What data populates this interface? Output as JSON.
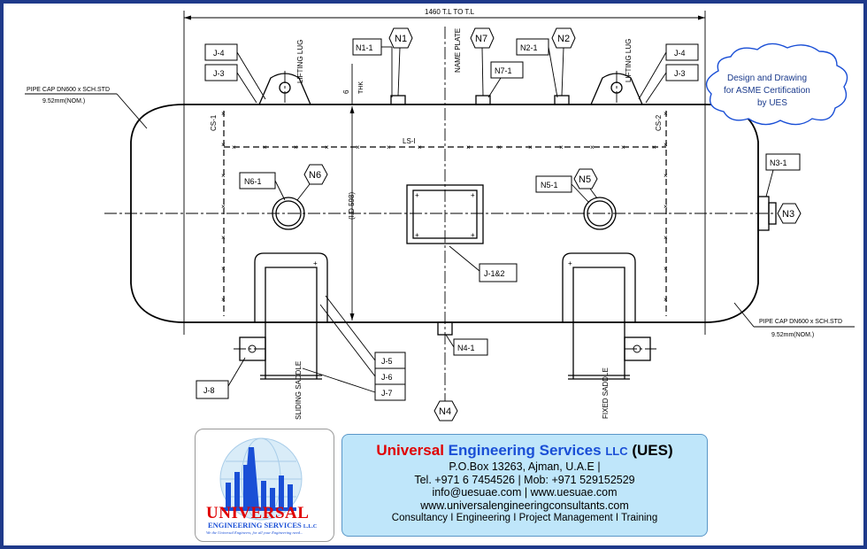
{
  "drawing": {
    "dim_overall": "1460 T.L TO T.L",
    "pipe_cap_left": "PIPE CAP DN600 x SCH.STD",
    "pipe_cap_left_thk": "9.52mm(NOM.)",
    "pipe_cap_right": "PIPE CAP DN600 x SCH.STD",
    "pipe_cap_right_thk": "9.52mm(NOM.)",
    "lifting_lug": "LIFTING LUG",
    "name_plate": "NAME PLATE",
    "thk_value": "6",
    "thk_label": "THK",
    "id_label": "(I.D 598)",
    "cs1": "CS-1",
    "cs2": "CS-2",
    "ls1": "LS-I",
    "sliding_saddle": "SLIDING SADDLE",
    "fixed_saddle": "FIXED SADDLE",
    "joints": {
      "j4_left": "J-4",
      "j3_left": "J-3",
      "j4_right": "J-4",
      "j3_right": "J-3",
      "n1_1": "N1-1",
      "n2_1": "N2-1",
      "n7_1": "N7-1",
      "n3_1": "N3-1",
      "n4_1": "N4-1",
      "n5_1": "N5-1",
      "n6_1": "N6-1",
      "j1_2": "J-1&2",
      "j5": "J-5",
      "j6": "J-6",
      "j7": "J-7",
      "j8": "J-8"
    },
    "nozzles": {
      "n1": "N1",
      "n2": "N2",
      "n3": "N3",
      "n4": "N4",
      "n5": "N5",
      "n6": "N6",
      "n7": "N7"
    }
  },
  "cloud_note": {
    "line1": "Design and Drawing",
    "line2": "for ASME Certification",
    "line3": "by UES"
  },
  "logo": {
    "word1": "UNIVERSAL",
    "word2": "ENGINEERING SERVICES",
    "word2_suffix": "L.L.C",
    "tagline": "We the Universal Engineers, for all your Engineering need..."
  },
  "company": {
    "name_red": "Universal",
    "name_blue": "Engineering Services",
    "name_llc": "LLC",
    "name_abbrev": "(UES)",
    "address": "P.O.Box 13263, Ajman, U.A.E |",
    "phones": "Tel. +971 6 7454526 | Mob: +971 529152529",
    "email_web": "info@uesuae.com  |  www.uesuae.com",
    "website2": "www.universalengineeringconsultants.com",
    "services": "Consultancy I Engineering I Project Management I Training"
  },
  "colors": {
    "frame": "#1f3a8a",
    "contact_bg": "#bfe6fa",
    "brand_red": "#e00000",
    "brand_blue": "#1a4fd6"
  }
}
